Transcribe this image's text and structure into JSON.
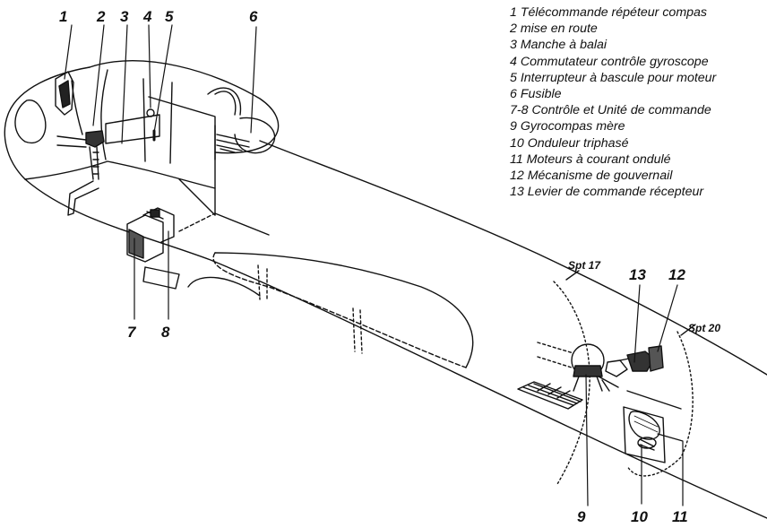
{
  "callouts": [
    "1",
    "2",
    "3",
    "4",
    "5",
    "6",
    "7",
    "8",
    "13",
    "12",
    "9",
    "10",
    "11"
  ],
  "bulkhead_labels": [
    "Spt 17",
    "Spt 20"
  ],
  "legend": [
    "1 Télécommande répéteur compas",
    "2 mise en route",
    "3 Manche à balai",
    "4 Commutateur contrôle gyroscope",
    "5 Interrupteur à bascule pour moteur",
    "6 Fusible",
    "7-8 Contrôle et Unité de commande",
    "9 Gyrocompas mère",
    "10 Onduleur triphasé",
    "11 Moteurs à courant ondulé",
    "12 Mécanisme de gouvernail",
    "13 Levier de commande récepteur"
  ]
}
